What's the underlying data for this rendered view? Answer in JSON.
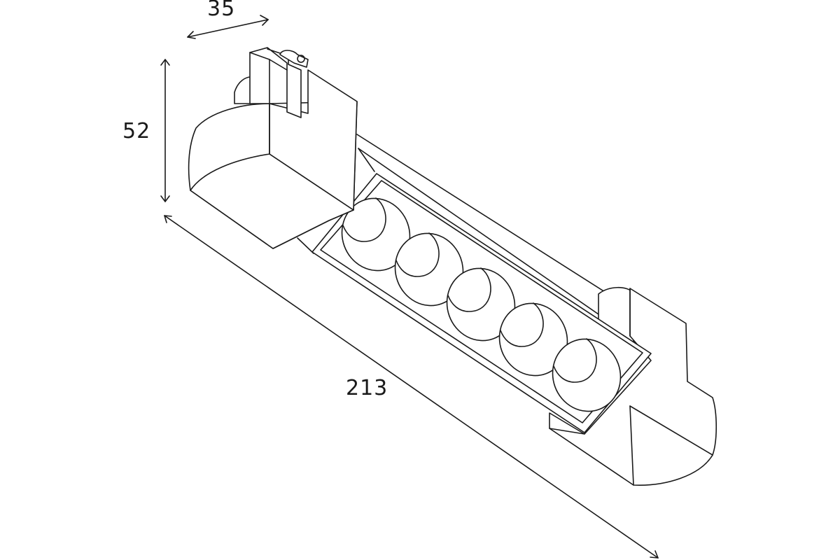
{
  "dimensions": {
    "width": "35",
    "height": "52",
    "length": "213"
  },
  "colors": {
    "line": "#1a1a1a",
    "background": "#ffffff"
  },
  "led_count": 5
}
